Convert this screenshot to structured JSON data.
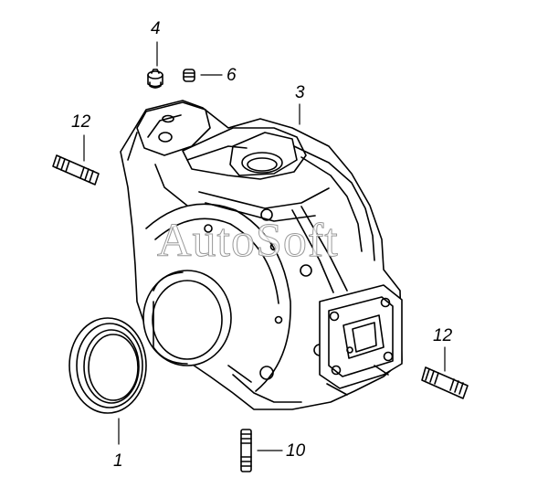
{
  "watermark": "AutoSoft",
  "callouts": {
    "part_1": "1",
    "part_3": "3",
    "part_4": "4",
    "part_6": "6",
    "part_10": "10",
    "part_12_left": "12",
    "part_12_right": "12"
  },
  "colors": {
    "background": "#ffffff",
    "line": "#000000"
  }
}
